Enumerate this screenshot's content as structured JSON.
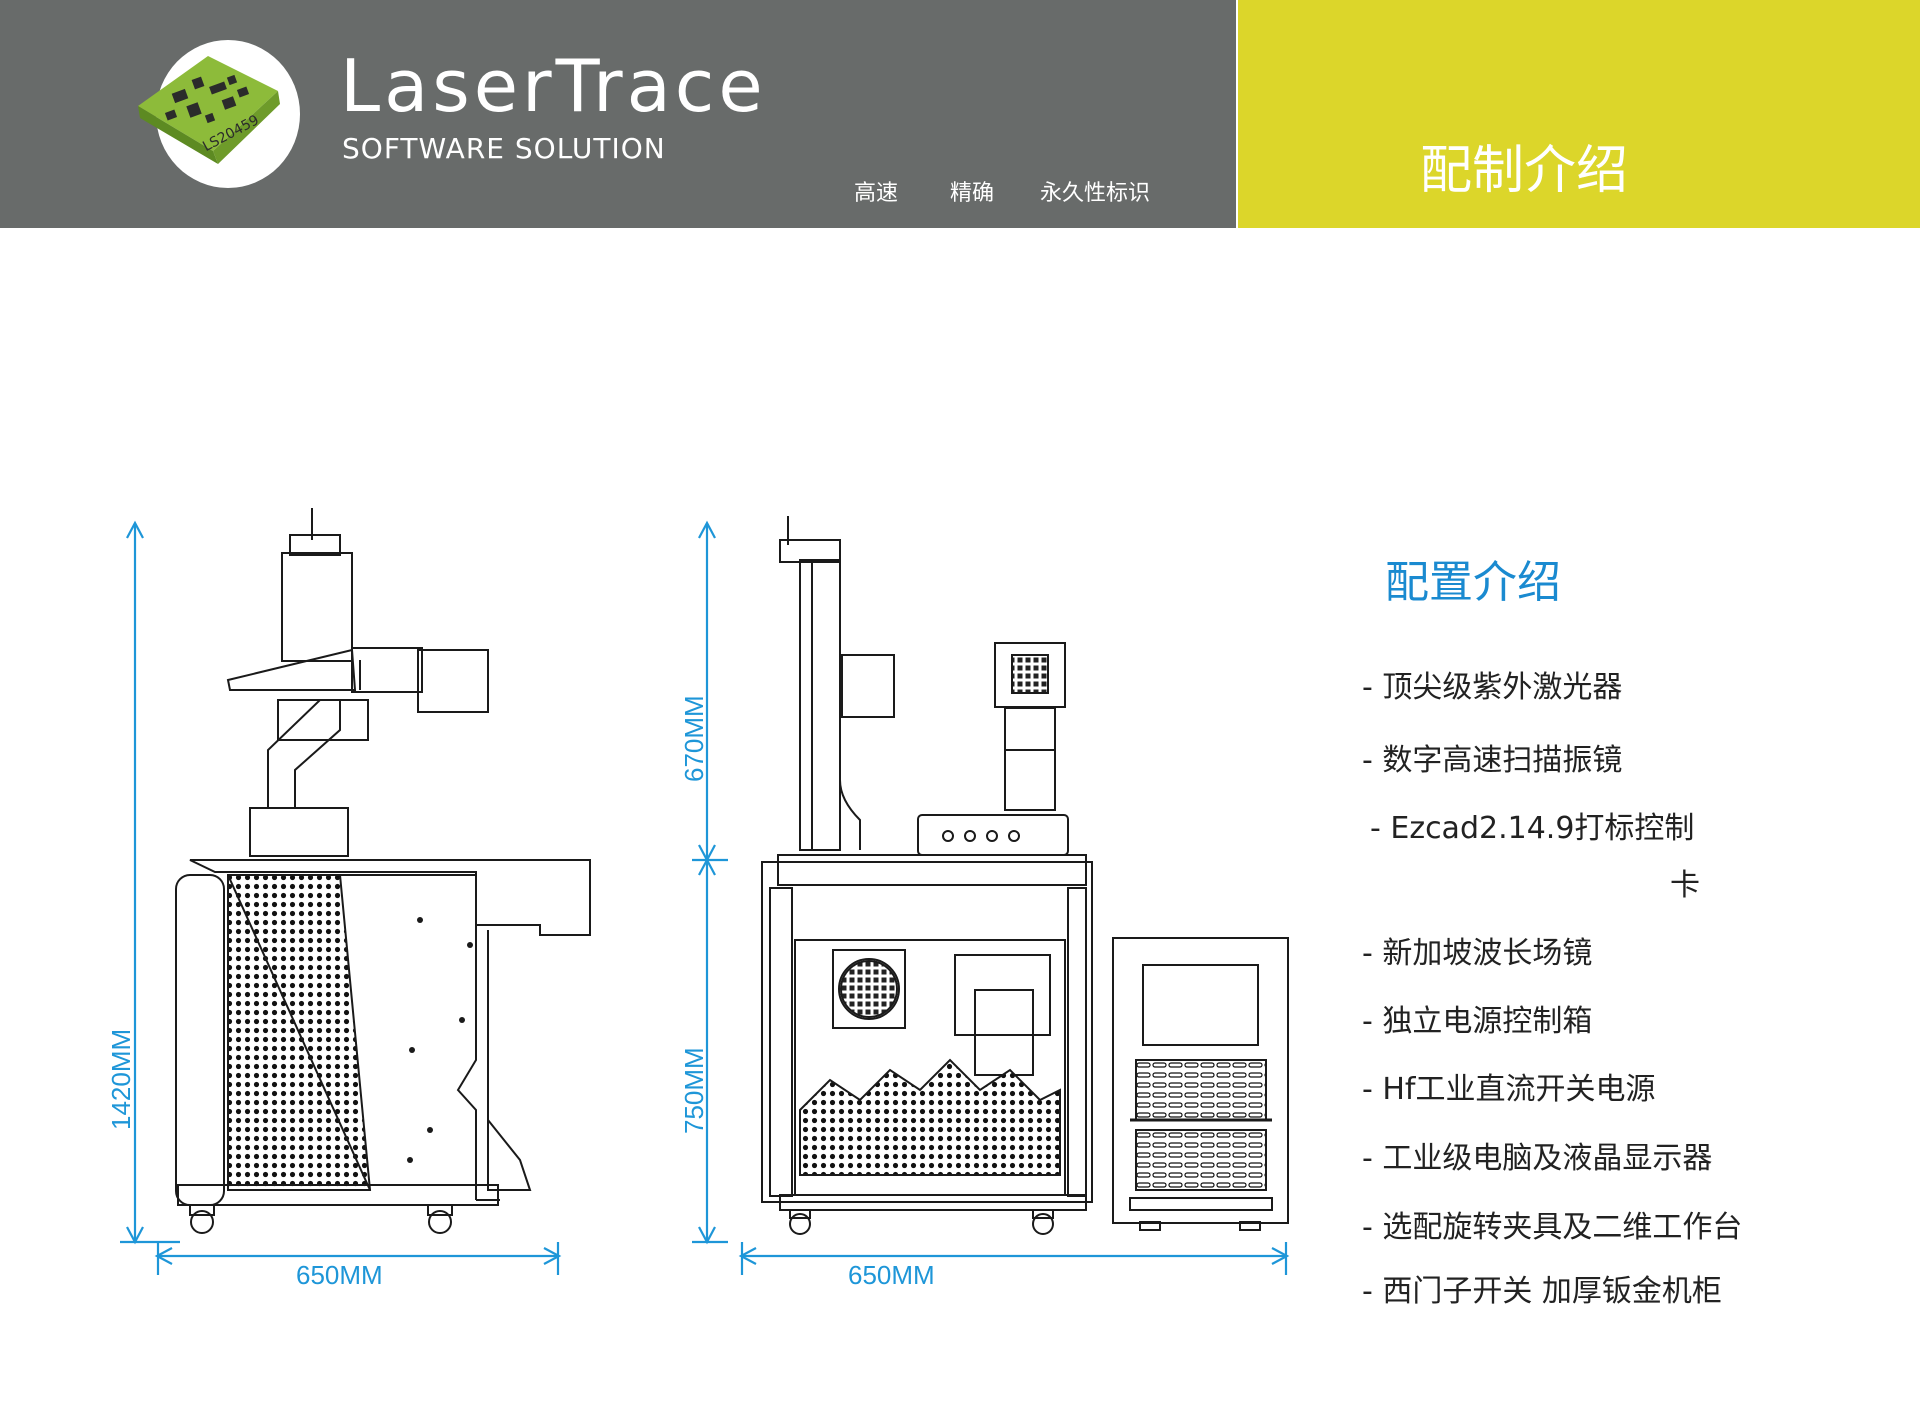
{
  "header": {
    "brand_name": "LaserTrace",
    "brand_subtitle": "SOFTWARE SOLUTION",
    "logo_code": "LS20459",
    "taglines": [
      "高速",
      "精确",
      "永久性标识"
    ],
    "title": "配制介绍"
  },
  "drawings": {
    "left_height": "1420MM",
    "left_width": "650MM",
    "right_upper_height": "670MM",
    "right_lower_height": "750MM",
    "right_width": "650MM"
  },
  "config": {
    "title": "配置介绍",
    "items": [
      "- 顶尖级紫外激光器",
      "- 数字高速扫描振镜",
      "- Ezcad2.14.9打标控制",
      "卡",
      "- 新加坡波长场镜",
      "- 独立电源控制箱",
      "- Hf工业直流开关电源",
      "- 工业级电脑及液晶显示器",
      "- 选配旋转夹具及二维工作台",
      "- 西门子开关 加厚钣金机柜"
    ]
  },
  "colors": {
    "header_gray": "#686b6a",
    "header_yellow": "#dcd62a",
    "accent_blue": "#1a8ad0",
    "dimension_blue": "#1e96d8"
  }
}
